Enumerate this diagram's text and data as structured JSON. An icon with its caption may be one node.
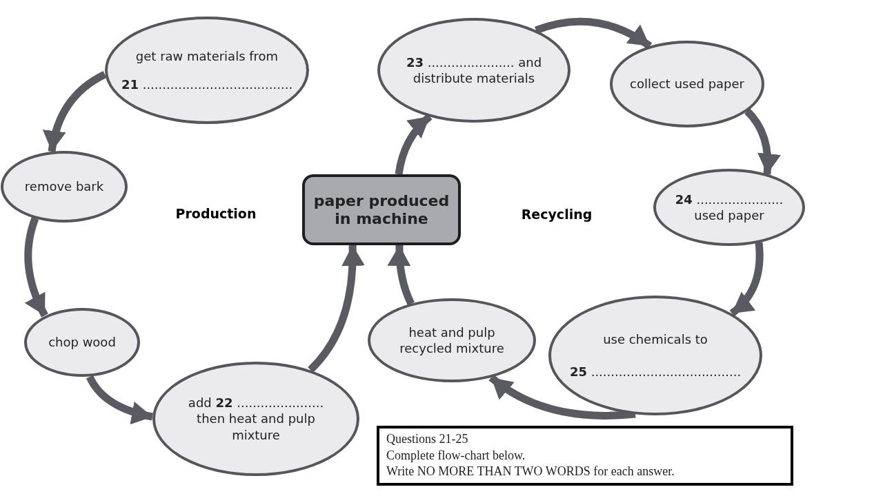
{
  "diagram": {
    "nodes": [
      {
        "text": [
          "get raw materials from",
          "**21** ......................................"
        ]
      },
      {
        "text": [
          "remove bark"
        ]
      },
      {
        "text": [
          "chop wood"
        ]
      },
      {
        "text": [
          "add **22** ...................... then heat and pulp mixture"
        ]
      },
      {
        "text": [
          "paper produced in machine"
        ]
      },
      {
        "text": [
          "**23** ...................... and distribute materials"
        ]
      },
      {
        "text": [
          "collect used paper"
        ]
      },
      {
        "text": [
          "**24** ...................... used paper"
        ]
      },
      {
        "text": [
          "use chemicals to",
          "**25** ......................................"
        ]
      },
      {
        "text": [
          "heat and pulp recycled mixture"
        ]
      },
      {
        "text": [
          "Questions 21-25",
          "Complete flow-chart below.",
          "Write NO MORE THAN TWO WORDS for each answer."
        ]
      }
    ],
    "edges": [
      {
        "from": 0,
        "to": 1,
        "arrow": "to"
      },
      {
        "from": 1,
        "to": 2,
        "arrow": "to"
      },
      {
        "from": 2,
        "to": 3,
        "arrow": "to"
      },
      {
        "from": 3,
        "to": 4,
        "arrow": "to"
      },
      {
        "from": 4,
        "to": 5,
        "arrow": "to"
      },
      {
        "from": 5,
        "to": 6,
        "arrow": "to"
      },
      {
        "from": 6,
        "to": 7,
        "arrow": "to"
      },
      {
        "from": 7,
        "to": 8,
        "arrow": "to"
      },
      {
        "from": 8,
        "to": 9,
        "arrow": "to"
      },
      {
        "from": 9,
        "to": 4,
        "arrow": "to"
      }
    ],
    "labels": [
      "Production",
      "Recycling"
    ]
  }
}
